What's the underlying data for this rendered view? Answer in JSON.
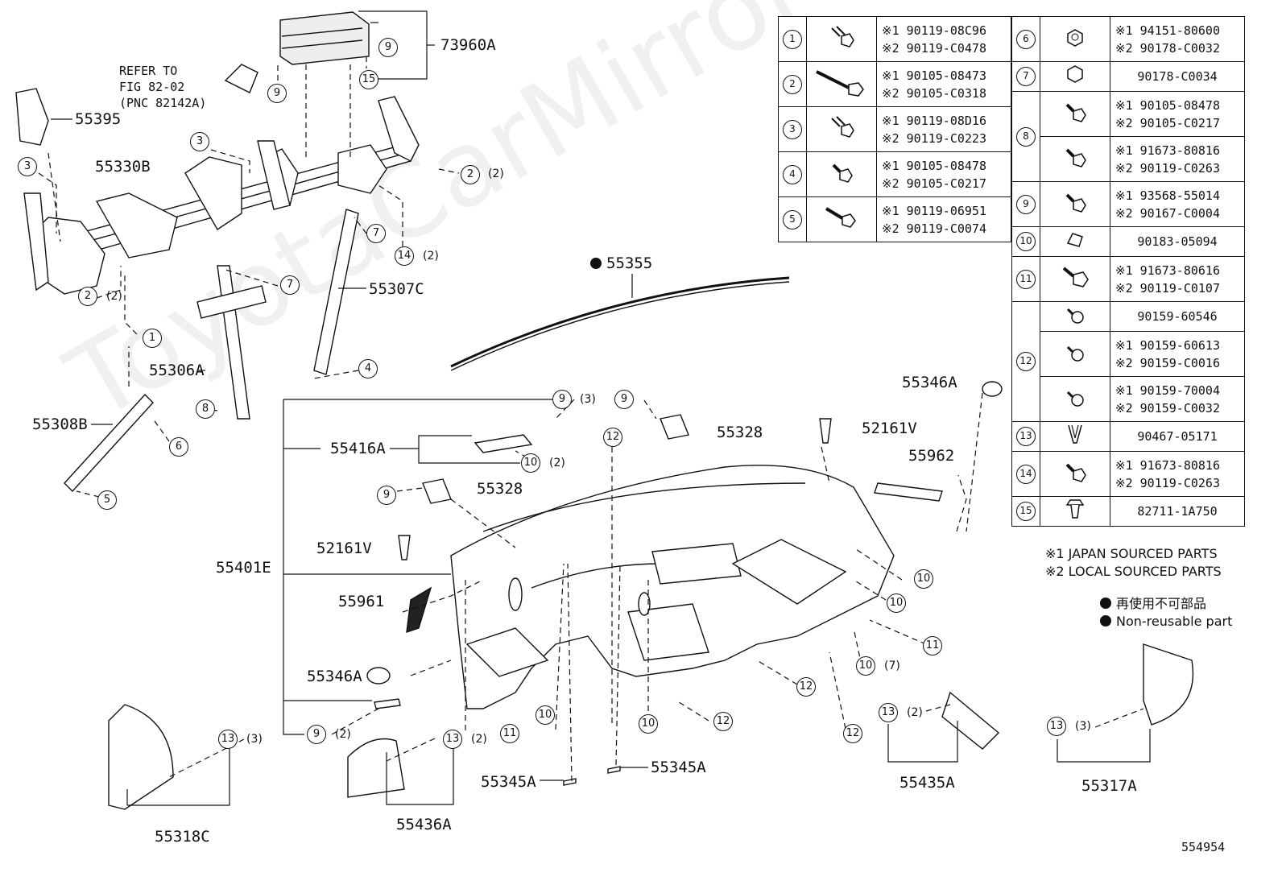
{
  "watermark": "ToyotaCarMirror",
  "refer_note": "REFER TO\nFIG 82-02\n(PNC 82142A)",
  "diagram_number": "554954",
  "labels": {
    "p73960A": "73960A",
    "p55395": "55395",
    "p55330B": "55330B",
    "p55307C": "55307C",
    "p55306A": "55306A",
    "p55308B": "55308B",
    "p55355": "55355",
    "p55416A": "55416A",
    "p55328a": "55328",
    "p55328b": "55328",
    "p52161Va": "52161V",
    "p52161Vb": "52161V",
    "p55401E": "55401E",
    "p55961": "55961",
    "p55346Aa": "55346A",
    "p55346Ab": "55346A",
    "p55962": "55962",
    "p55345Aa": "55345A",
    "p55345Ab": "55345A",
    "p55318C": "55318C",
    "p55436A": "55436A",
    "p55435A": "55435A",
    "p55317A": "55317A"
  },
  "qty": {
    "q2": "(2)",
    "q3": "(3)",
    "q7": "(7)"
  },
  "legend": {
    "japan": "※1 JAPAN SOURCED PARTS",
    "local": "※2 LOCAL SOURCED PARTS",
    "nonreuse_jp": "再使用不可部品",
    "nonreuse_en": "Non-reusable part"
  },
  "parts_table_left": [
    {
      "num": "1",
      "line1": "※1 90119-08C96",
      "line2": "※2 90119-C0478"
    },
    {
      "num": "2",
      "line1": "※1 90105-08473",
      "line2": "※2 90105-C0318"
    },
    {
      "num": "3",
      "line1": "※1 90119-08D16",
      "line2": "※2 90119-C0223"
    },
    {
      "num": "4",
      "line1": "※1 90105-08478",
      "line2": "※2 90105-C0217"
    },
    {
      "num": "5",
      "line1": "※1 90119-06951",
      "line2": "※2 90119-C0074"
    }
  ],
  "parts_table_right": {
    "r6": {
      "num": "6",
      "line1": "※1 94151-80600",
      "line2": "※2 90178-C0032"
    },
    "r7": {
      "num": "7",
      "single": "90178-C0034"
    },
    "r8a": {
      "num": "8",
      "line1": "※1 90105-08478",
      "line2": "※2 90105-C0217"
    },
    "r8b": {
      "line1": "※1 91673-80816",
      "line2": "※2 90119-C0263"
    },
    "r9": {
      "num": "9",
      "line1": "※1 93568-55014",
      "line2": "※2 90167-C0004"
    },
    "r10": {
      "num": "10",
      "single": "90183-05094"
    },
    "r11": {
      "num": "11",
      "line1": "※1 91673-80616",
      "line2": "※2 90119-C0107"
    },
    "r12a": {
      "num": "12",
      "single": "90159-60546"
    },
    "r12b": {
      "line1": "※1 90159-60613",
      "line2": "※2 90159-C0016"
    },
    "r12c": {
      "line1": "※1 90159-70004",
      "line2": "※2 90159-C0032"
    },
    "r13": {
      "num": "13",
      "single": "90467-05171"
    },
    "r14": {
      "num": "14",
      "line1": "※1 91673-80816",
      "line2": "※2 90119-C0263"
    },
    "r15": {
      "num": "15",
      "single": "82711-1A750"
    }
  },
  "callouts": {
    "c1": "1",
    "c2": "2",
    "c3": "3",
    "c4": "4",
    "c5": "5",
    "c6": "6",
    "c7": "7",
    "c8": "8",
    "c9": "9",
    "c10": "10",
    "c11": "11",
    "c12": "12",
    "c13": "13",
    "c14": "14",
    "c15": "15"
  }
}
